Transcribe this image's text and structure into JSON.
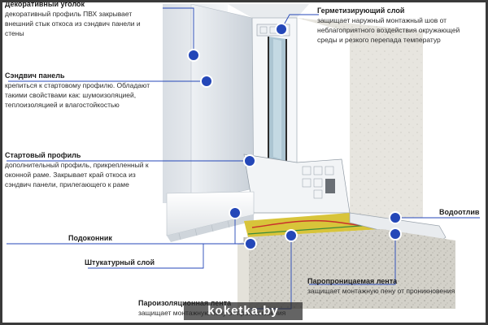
{
  "labels": {
    "corner": {
      "title": "Декоративный уголок",
      "text": "декоративный профиль ПВХ закрывает внешний стык откоса из сэндвич панели и стены"
    },
    "sandwich": {
      "title": "Сэндвич панель",
      "text": "крепиться к стартовому профилю. Обладают такими свойствами как: шумоизоляцией, теплоизоляцией и влагостойкостью"
    },
    "start_profile": {
      "title": "Стартовый профиль",
      "text": "дополнительный профиль, прикрепленный к оконной раме. Закрывает край откоса из сэндвич панели, прилегающего к раме"
    },
    "sill": {
      "title": "Подоконник"
    },
    "plaster": {
      "title": "Штукатурный слой"
    },
    "vapor_barrier": {
      "title": "Пароизоляционная лента",
      "text": "защищает монтажную пену от проникновения"
    },
    "seal_layer": {
      "title": "Герметизирующий слой",
      "text": "защищает наружный монтажный шов от неблагоприятного воздействия окружающей среды и резкого перепада температур"
    },
    "drip": {
      "title": "Водоотлив"
    },
    "vapor_permeable": {
      "title": "Паропроницаемая лента",
      "text": "защищает монтажную пену от проникновения"
    }
  },
  "watermark": "koketka.by",
  "colors": {
    "marker": "#2447b8",
    "leader": "#2447b8",
    "foam": "#d8c43a",
    "concrete": "#d6d4cc",
    "pvc": "#eef1f4",
    "glass": "#a8c7d8"
  },
  "icons": {
    "marker": "blue-dot-marker-icon"
  }
}
